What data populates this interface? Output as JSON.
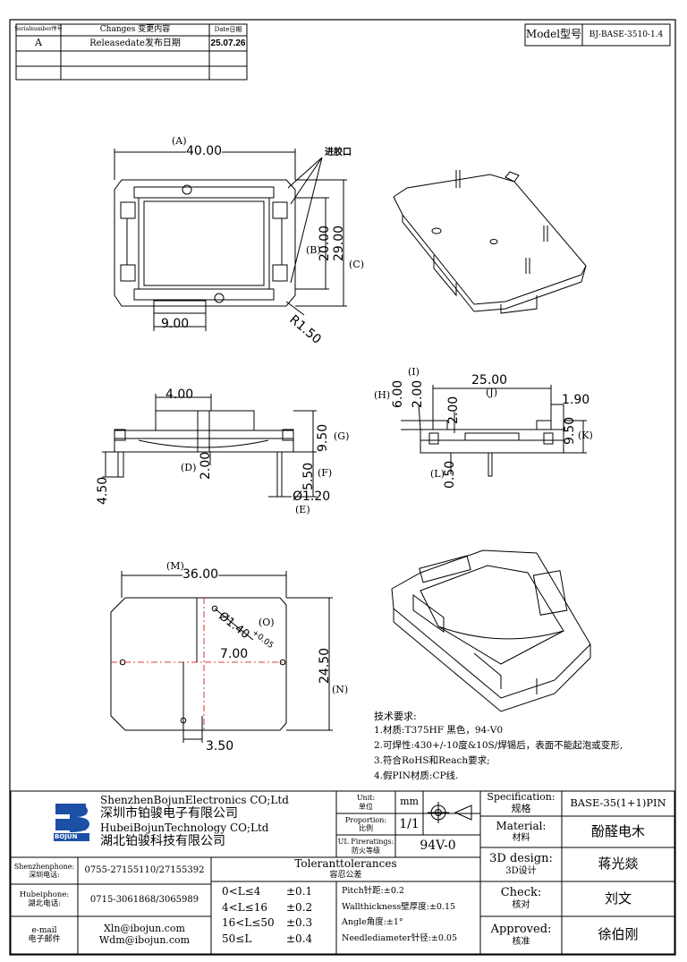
{
  "revision_table": {
    "header_serial": "Serialnumber序号",
    "header_changes": "Changes 变更内容",
    "header_date": "Date日期",
    "row1_serial": "A",
    "row1_changes": "Releasedate发布日期",
    "row1_date": "25.07.26"
  },
  "model": {
    "label": "Model型号",
    "value": "BJ-BASE-3510-1.4"
  },
  "top_view": {
    "dim_a_letter": "(A)",
    "dim_a_value": "40.00",
    "dim_b_letter": "(B)",
    "dim_b_value": "20.00",
    "dim_c_letter": "(C)",
    "dim_c_value": "29.00",
    "dim_bottom_value": "9.00",
    "radius_value": "R1.50",
    "inlet_note": "进胶口"
  },
  "front_view": {
    "dim_top_value": "4.00",
    "dim_g_value": "9.50",
    "dim_g_letter": "(G)",
    "dim_d_letter": "(D)",
    "dim_d_value": "2.00",
    "dim_f_value": "5.50",
    "dim_f_letter": "(F)",
    "dim_pin_length": "4.50",
    "dim_e_value": "Ø1.20",
    "dim_e_letter": "(E)"
  },
  "side_view": {
    "dim_i_letter": "(I)",
    "dim_h_letter": "(H)",
    "dim_h_value": "6.00",
    "dim_i_value": "2.00",
    "dim_j_value": "25.00",
    "dim_j_letter": "(J)",
    "dim_right_value": "1.90",
    "dim_mid_value": "2.00",
    "dim_k_value": "9.50",
    "dim_k_letter": "(K)",
    "dim_l_letter": "(L)",
    "dim_l_value": "0.50"
  },
  "bottom_view": {
    "dim_m_letter": "(M)",
    "dim_m_value": "36.00",
    "dim_hole_value": "Ø1.40",
    "dim_hole_tol": "+0.05",
    "dim_o_letter": "(O)",
    "dim_offset_value": "7.00",
    "dim_n_value": "24.50",
    "dim_n_letter": "(N)",
    "dim_bottom_value": "3.50"
  },
  "tech_notes": {
    "title": "技术要求:",
    "items": [
      "1.材质:T375HF 黑色，94-V0",
      "2.可焊性:430+/-10度&10S/焊锡后，表面不能起泡或变形,",
      "3.符合RoHS和Reach要求;",
      "4.假PIN材质:CP线."
    ]
  },
  "title_block": {
    "logo_text": "BOJUN",
    "company_en_1": "ShenzhenBojunElectronics CO;Ltd",
    "company_cn_1": "深圳市铂骏电子有限公司",
    "company_en_2": "HubeiBojunTechnology CO;Ltd",
    "company_cn_2": "湖北铂骏科技有限公司",
    "unit_label": "Unit:",
    "unit_label_cn": "单位",
    "unit_value": "mm",
    "proportion_label": "Proportion:",
    "proportion_label_cn": "比例",
    "proportion_value": "1/1",
    "ul_label": "UL Fireratings:",
    "ul_label_cn": "防火等级",
    "ul_value": "94V-0",
    "spec_label": "Specification:",
    "spec_label_cn": "规格",
    "spec_value": "BASE-35(1+1)PIN",
    "material_label": "Material:",
    "material_label_cn": "材料",
    "material_value": "酚醛电木",
    "design_label": "3D design:",
    "design_label_cn": "3D设计",
    "design_value": "蒋光燚",
    "check_label": "Check:",
    "check_label_cn": "核对",
    "check_value": "刘文",
    "approved_label": "Approved:",
    "approved_label_cn": "核准",
    "approved_value": "徐伯刚",
    "sz_phone_label": "Shenzhenphone:",
    "sz_phone_label_cn": "深圳电话:",
    "sz_phone_value": "0755-27155110/27155392",
    "hb_phone_label": "Hubeiphone:",
    "hb_phone_label_cn": "湖北电话:",
    "hb_phone_value": "0715-3061868/3065989",
    "email_label": "e-mail",
    "email_label_cn": "电子邮件",
    "email_1": "Xln@ibojun.com",
    "email_2": "Wdm@ibojun.com",
    "tolerances_title": "Toleranttolerances",
    "tolerances_title_cn": "容忍公差",
    "tol_ranges": [
      "0<L≤4",
      "4<L≤16",
      "16<L≤50",
      "50≤L"
    ],
    "tol_values": [
      "±0.1",
      "±0.2",
      "±0.3",
      "±0.4"
    ],
    "tol_notes": [
      "Pitch针距:±0.2",
      "Wallthickness壁厚度:±0.15",
      "Angle角度:±1°",
      "Needlediameter针径:±0.05"
    ]
  }
}
